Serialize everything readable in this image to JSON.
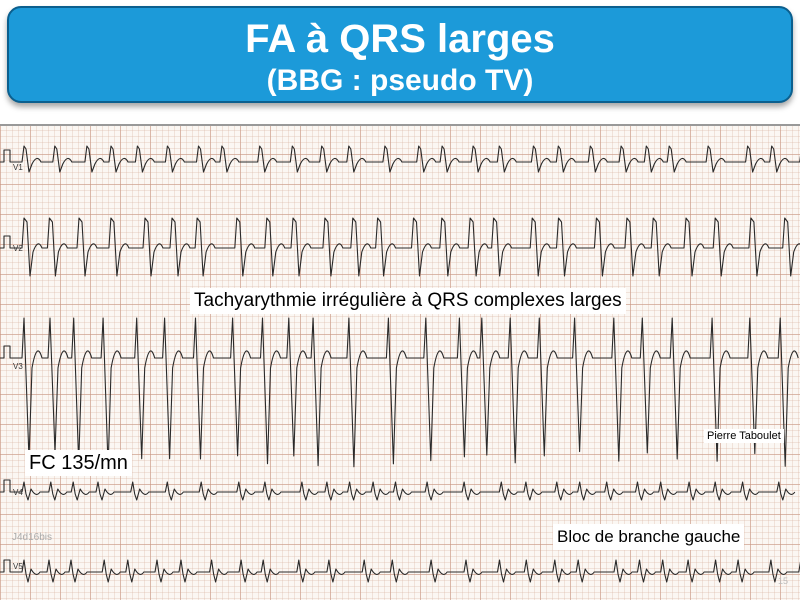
{
  "slide": {
    "title": "FA à QRS larges",
    "subtitle": "(BBG : pseudo TV)"
  },
  "ecg": {
    "leads": [
      {
        "label": "V1"
      },
      {
        "label": "V2"
      },
      {
        "label": "V3"
      },
      {
        "label": "V4"
      },
      {
        "label": "V5"
      }
    ],
    "trace_color": "#2a2a2a"
  },
  "annotations": {
    "rhythm": "Tachyarythmie irrégulière à QRS complexes larges",
    "heart_rate": "FC 135/mn",
    "author": "Pierre Taboulet",
    "diagnosis": "Bloc de branche gauche",
    "reference": "J4d16bis",
    "page": "15"
  }
}
